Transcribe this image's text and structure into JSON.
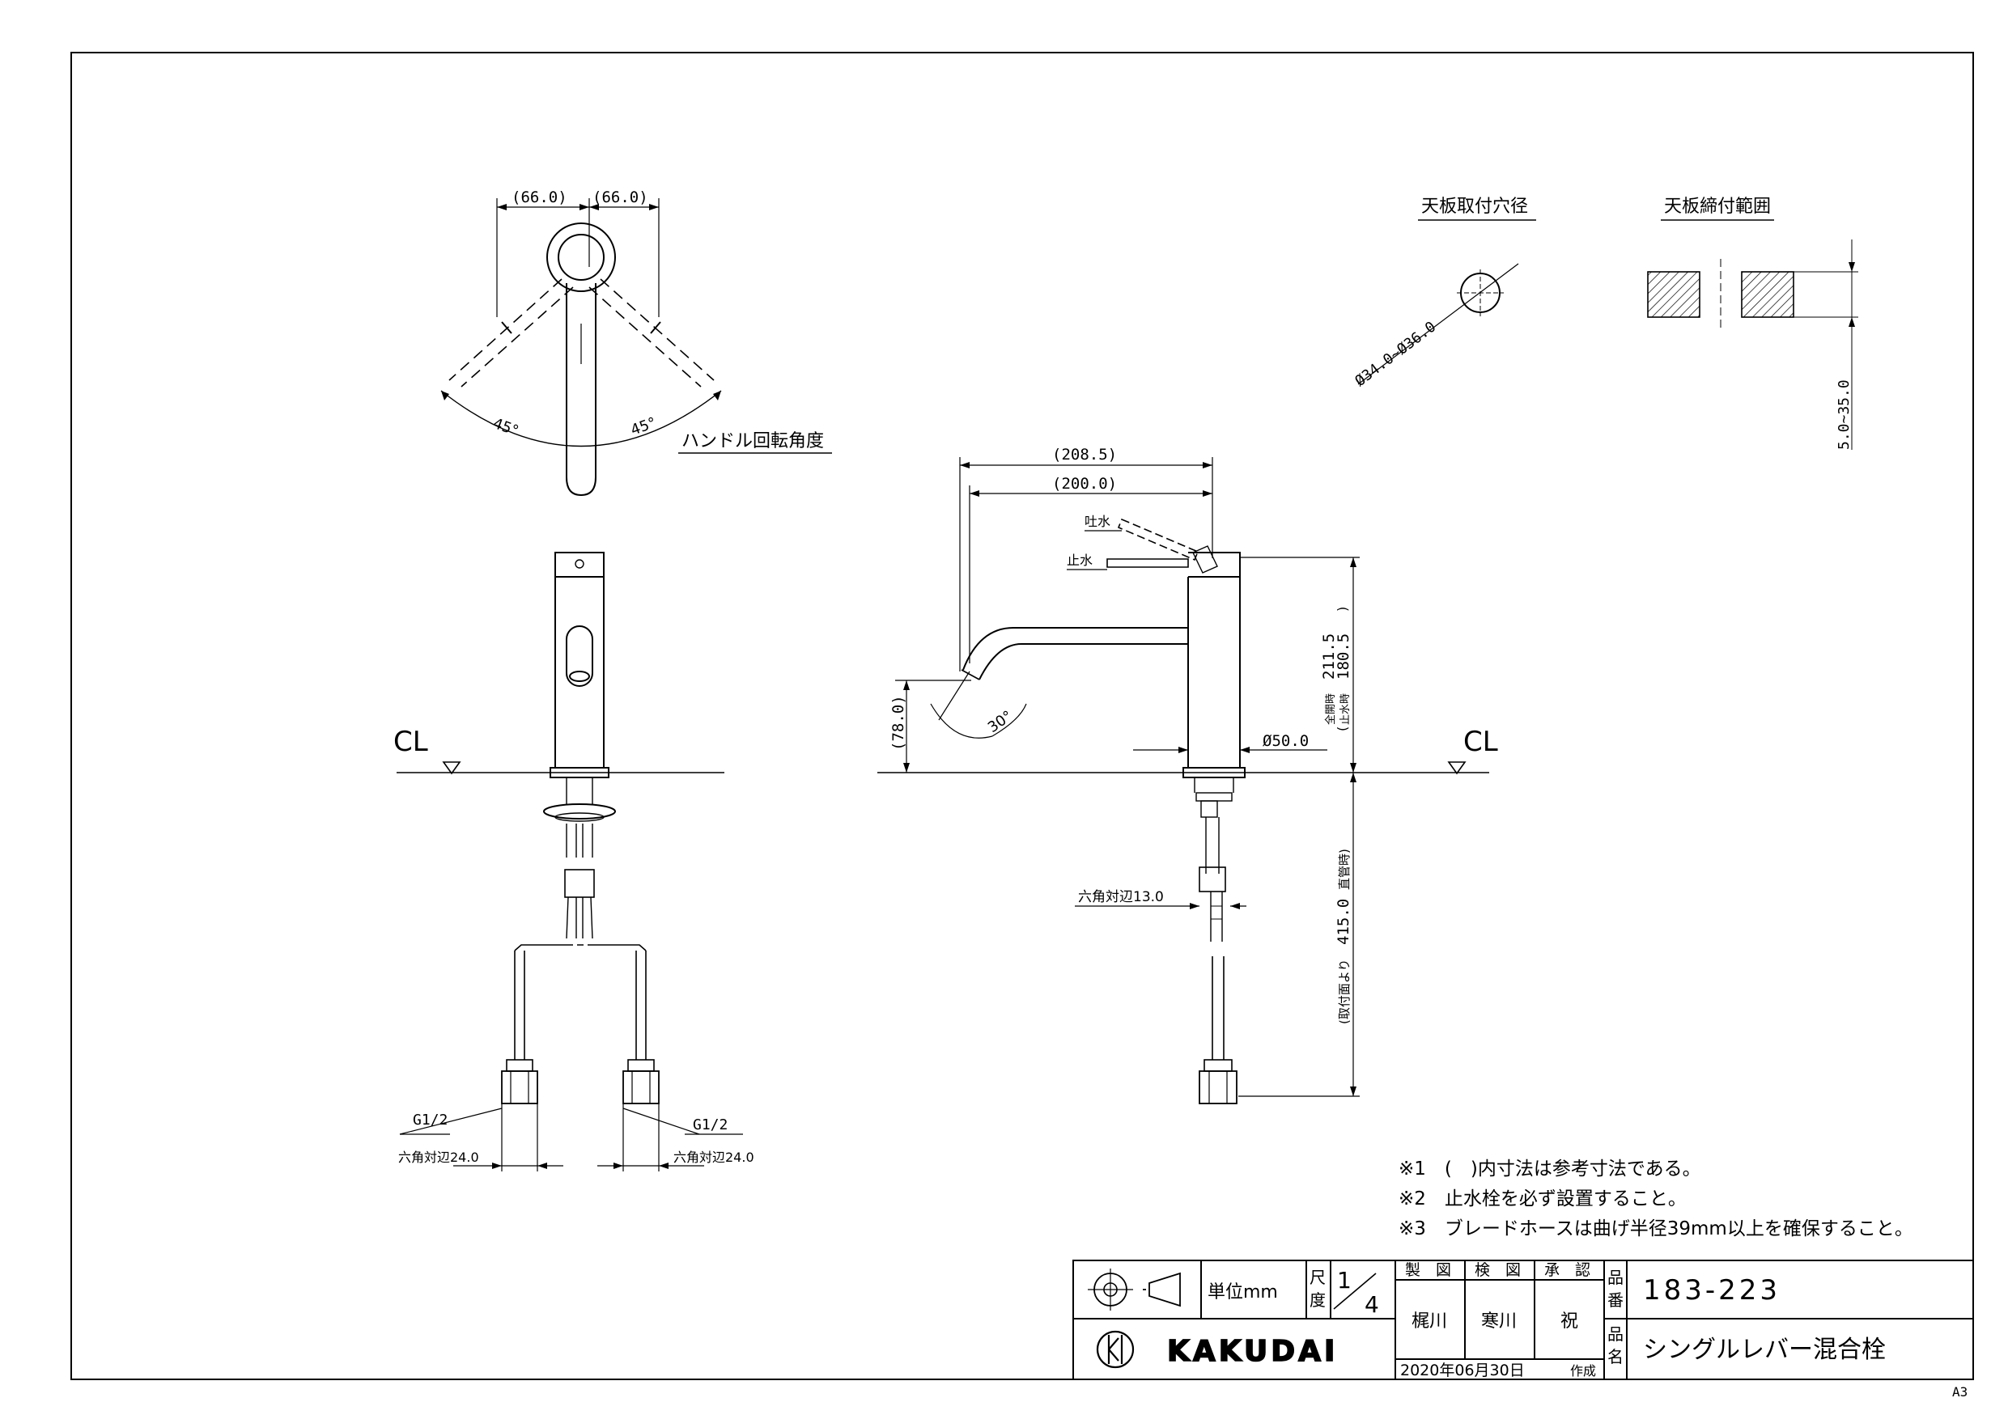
{
  "top_view": {
    "dims": [
      "(66.0)",
      "(66.0)"
    ],
    "angles": [
      "45°",
      "45°"
    ],
    "label": "ハンドル回転角度"
  },
  "mounting": {
    "hole_title": "天板取付穴径",
    "hole_dim": "Ø34.0~Ø36.0",
    "range_title": "天板締付範囲",
    "range_dim": "5.0~35.0"
  },
  "front_view": {
    "cl": "CL",
    "g1": "G1/2",
    "g2": "G1/2",
    "hex1": "六角対辺24.0",
    "hex2": "六角対辺24.0"
  },
  "side_view": {
    "dim_total": "(208.5)",
    "dim_reach": "(200.0)",
    "spout_label": "吐水",
    "stop_label": "止水",
    "spout_height": "(78.0)",
    "angle": "30°",
    "base_dia": "Ø50.0",
    "hex": "六角対辺13.0",
    "cl": "CL",
    "h_open_label": "全開時",
    "h_open": "211.5",
    "h_stop_label": "止水時",
    "h_stop": "180.5",
    "tube_prefix": "(取付面より",
    "tube_len": "415.0",
    "tube_suffix": "直管時)",
    "paren_open": "(",
    "paren_close": ")"
  },
  "notes": [
    "※1　(　)内寸法は参考寸法である。",
    "※2　止水栓を必ず設置すること。",
    "※3　ブレードホースは曲げ半径39mm以上を確保すること。"
  ],
  "title_block": {
    "unit": "単位mm",
    "scale_label_1": "尺",
    "scale_label_2": "度",
    "scale_num": "1",
    "scale_den": "4",
    "headers": [
      "製　図",
      "検　図",
      "承　認"
    ],
    "names": [
      "梶川",
      "寒川",
      "祝"
    ],
    "part_no_label_1": "品",
    "part_no_label_2": "番",
    "part_no": "183-223",
    "name_label_1": "品",
    "name_label_2": "名",
    "product_name": "シングルレバー混合栓",
    "date": "2020年06月30日",
    "made": "作成",
    "brand": "KAKUDAI"
  },
  "sheet_size": "A3"
}
